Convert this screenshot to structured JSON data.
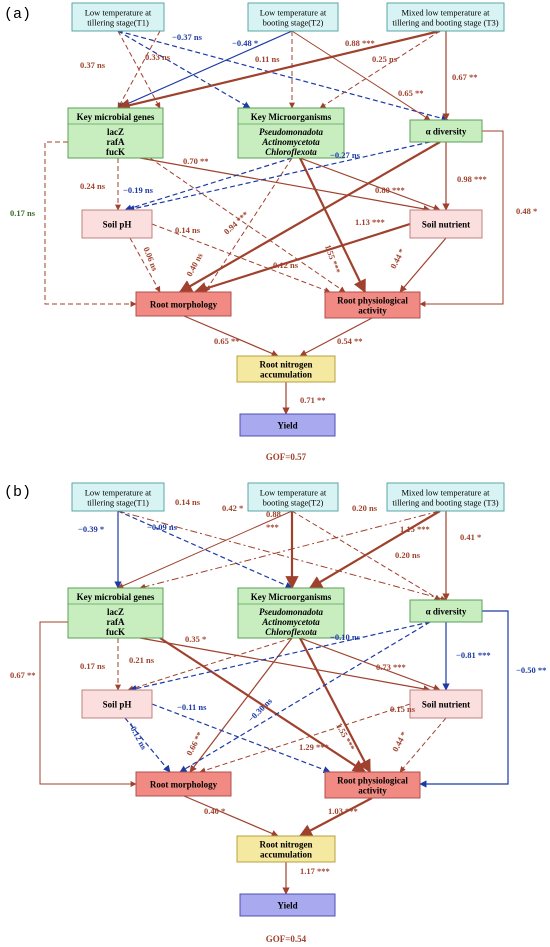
{
  "colors": {
    "red": "#a0412d",
    "blue": "#1d3aa6",
    "green_text": "#3b6b2a",
    "treat_fill": "#d8f3f3",
    "treat_stroke": "#5aa6a6",
    "genes_fill": "#c8eec0",
    "genes_stroke": "#5aa05a",
    "soil_fill": "#fbdede",
    "soil_stroke": "#c08080",
    "root_fill": "#f08a82",
    "root_stroke": "#b05050",
    "rna_fill": "#f5e8a0",
    "rna_stroke": "#b8a040",
    "yield_fill": "#a9a9f0",
    "yield_stroke": "#5050b0"
  },
  "panels": [
    {
      "label": "(a)",
      "gof": "GOF=0.57",
      "nodes": {
        "t1": {
          "lines": [
            "Low temperature at",
            "tillering stage(T1)"
          ]
        },
        "t2": {
          "lines": [
            "Low temperature at",
            "booting stage(T2)"
          ]
        },
        "t3": {
          "lines": [
            "Mixed low temperature at",
            "tillering and booting stage (T3)"
          ]
        },
        "genes": {
          "title": "Key microbial genes",
          "lines": [
            "lacZ",
            "rafA",
            "fucK"
          ]
        },
        "micro": {
          "title": "Key Microorganisms",
          "lines": [
            "Pseudomonadota",
            "Actinomycetota",
            "Chloroflexota"
          ]
        },
        "alpha": {
          "lines": [
            "α diversity"
          ]
        },
        "ph": {
          "lines": [
            "Soil pH"
          ]
        },
        "nutrient": {
          "lines": [
            "Soil nutrient"
          ]
        },
        "morph": {
          "lines": [
            "Root morphology"
          ]
        },
        "phys": {
          "lines": [
            "Root physiological",
            "activity"
          ]
        },
        "rna": {
          "lines": [
            "Root nitrogen",
            "accumulation"
          ]
        },
        "yield": {
          "lines": [
            "Yield"
          ]
        }
      },
      "labels": [
        {
          "id": "a-t1-micro",
          "text": "−0.37 ns",
          "color": "blue"
        },
        {
          "id": "a-t2-genes",
          "text": "−0.48 *",
          "color": "blue"
        },
        {
          "id": "a-t3-genes",
          "text": "0.88 ***",
          "color": "red"
        },
        {
          "id": "a-t1-genes",
          "text": "0.37 ns",
          "color": "red"
        },
        {
          "id": "a-t1-alpha",
          "text": "0.33 ns",
          "color": "red"
        },
        {
          "id": "a-t2-micro",
          "text": "0.11 ns",
          "color": "red"
        },
        {
          "id": "a-t3-micro",
          "text": "0.25 ns",
          "color": "red"
        },
        {
          "id": "a-t2-alpha",
          "text": "0.65 **",
          "color": "red"
        },
        {
          "id": "a-t3-alpha",
          "text": "0.67 **",
          "color": "red"
        },
        {
          "id": "a-genes-morph",
          "text": "0.17 ns",
          "color": "green_text"
        },
        {
          "id": "a-genes-ph",
          "text": "0.24 ns",
          "color": "red"
        },
        {
          "id": "a-genes-nut",
          "text": "0.70 **",
          "color": "red"
        },
        {
          "id": "a-micro-ph",
          "text": "−0.19 ns",
          "color": "blue"
        },
        {
          "id": "a-alpha-ph",
          "text": "−0.27 ns",
          "color": "blue"
        },
        {
          "id": "a-micro-nut",
          "text": "0.80 ***",
          "color": "red"
        },
        {
          "id": "a-alpha-nut",
          "text": "0.98 ***",
          "color": "red"
        },
        {
          "id": "a-alpha-phys",
          "text": "0.48 *",
          "color": "red"
        },
        {
          "id": "a-ph-phys",
          "text": "0.14 ns",
          "color": "red"
        },
        {
          "id": "a-ph-morph",
          "text": "0.06 ns",
          "color": "red"
        },
        {
          "id": "a-micro-morph",
          "text": "0.40 ns",
          "color": "red"
        },
        {
          "id": "a-alpha-morph",
          "text": "0.94 ***",
          "color": "red"
        },
        {
          "id": "a-nut-morph",
          "text": "1.13 ***",
          "color": "red"
        },
        {
          "id": "a-genes-phys",
          "text": "0.12 ns",
          "color": "red"
        },
        {
          "id": "a-micro-phys",
          "text": "1.55 ***",
          "color": "red"
        },
        {
          "id": "a-nut-phys",
          "text": "0.44 *",
          "color": "red"
        },
        {
          "id": "a-morph-rna",
          "text": "0.65 **",
          "color": "red"
        },
        {
          "id": "a-phys-rna",
          "text": "0.54 **",
          "color": "red"
        },
        {
          "id": "a-rna-yield",
          "text": "0.71 **",
          "color": "red"
        }
      ]
    },
    {
      "label": "(b)",
      "gof": "GOF=0.54",
      "nodes": {
        "t1": {
          "lines": [
            "Low temperature at",
            "tillering stage(T1)"
          ]
        },
        "t2": {
          "lines": [
            "Low temperature at",
            "booting stage(T2)"
          ]
        },
        "t3": {
          "lines": [
            "Mixed low temperature at",
            "tillering and booting stage (T3)"
          ]
        },
        "genes": {
          "title": "Key microbial genes",
          "lines": [
            "lacZ",
            "rafA",
            "fucK"
          ]
        },
        "micro": {
          "title": "Key Microorganisms",
          "lines": [
            "Pseudomonadota",
            "Actinomycetota",
            "Chloroflexota"
          ]
        },
        "alpha": {
          "lines": [
            "α diversity"
          ]
        },
        "ph": {
          "lines": [
            "Soil pH"
          ]
        },
        "nutrient": {
          "lines": [
            "Soil nutrient"
          ]
        },
        "morph": {
          "lines": [
            "Root morphology"
          ]
        },
        "phys": {
          "lines": [
            "Root physiological",
            "activity"
          ]
        },
        "rna": {
          "lines": [
            "Root nitrogen",
            "accumulation"
          ]
        },
        "yield": {
          "lines": [
            "Yield"
          ]
        }
      },
      "labels": [
        {
          "id": "b-t1-genes",
          "text": "−0.39 *",
          "color": "blue"
        },
        {
          "id": "b-t1-micro",
          "text": "−0.09 ns",
          "color": "blue"
        },
        {
          "id": "b-t1-alpha",
          "text": "0.14 ns",
          "color": "red"
        },
        {
          "id": "b-t2-genes",
          "text": "0.42 *",
          "color": "red"
        },
        {
          "id": "b-t2-micro",
          "text": "0.88",
          "color": "red"
        },
        {
          "id": "b-t2-micro-sig",
          "text": "***",
          "color": "red"
        },
        {
          "id": "b-t3-genes",
          "text": "0.20 ns",
          "color": "red"
        },
        {
          "id": "b-t3-micro",
          "text": "1.15 ***",
          "color": "red"
        },
        {
          "id": "b-t2-alpha",
          "text": "0.20 ns",
          "color": "red"
        },
        {
          "id": "b-t3-alpha",
          "text": "0.41 *",
          "color": "red"
        },
        {
          "id": "b-genes-morph",
          "text": "0.67 **",
          "color": "red"
        },
        {
          "id": "b-genes-ph",
          "text": "0.17 ns",
          "color": "red"
        },
        {
          "id": "b-micro-ph",
          "text": "0.21 ns",
          "color": "red"
        },
        {
          "id": "b-genes-nut",
          "text": "0.35 *",
          "color": "red"
        },
        {
          "id": "b-alpha-ph",
          "text": "−0.10 ns",
          "color": "blue"
        },
        {
          "id": "b-micro-nut",
          "text": "0.73 ***",
          "color": "red"
        },
        {
          "id": "b-alpha-nut",
          "text": "−0.81 ***",
          "color": "blue"
        },
        {
          "id": "b-alpha-phys",
          "text": "−0.50 **",
          "color": "blue"
        },
        {
          "id": "b-ph-morph",
          "text": "−0.12 ns",
          "color": "blue"
        },
        {
          "id": "b-ph-phys",
          "text": "−0.11 ns",
          "color": "blue"
        },
        {
          "id": "b-alpha-morph",
          "text": "−0.30 ns",
          "color": "blue"
        },
        {
          "id": "b-micro-morph",
          "text": "0.66 **",
          "color": "red"
        },
        {
          "id": "b-genes-phys",
          "text": "1.29 ***",
          "color": "red"
        },
        {
          "id": "b-micro-phys",
          "text": "1.55 ***",
          "color": "red"
        },
        {
          "id": "b-nut-morph",
          "text": "0.15 ns",
          "color": "red"
        },
        {
          "id": "b-nut-phys",
          "text": "0.44 *",
          "color": "red"
        },
        {
          "id": "b-morph-rna",
          "text": "0.40 *",
          "color": "red"
        },
        {
          "id": "b-phys-rna",
          "text": "1.03 ***",
          "color": "red"
        },
        {
          "id": "b-rna-yield",
          "text": "1.17 ***",
          "color": "red"
        }
      ]
    }
  ]
}
